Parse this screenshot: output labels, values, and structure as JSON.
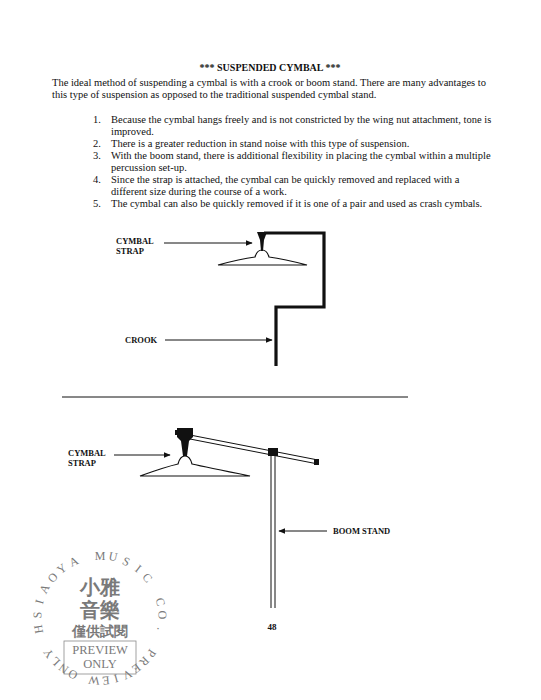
{
  "diagram": {
    "title": "*** SUSPENDED CYMBAL ***",
    "labels": [
      "The ideal method of suspending a cymbal is with a crook or boom stand. There are many advantages to this type of suspension as opposed to the traditional suspended cymbal stand.",
      "1.",
      "Because the cymbal hangs freely and is not constricted by the wing nut attachment, tone is improved.",
      "2.",
      "There is a greater reduction in stand noise with this type of suspension.",
      "3.",
      "With the boom stand, there is additional flexibility in placing the cymbal within a multiple percussion set-up.",
      "4.",
      "Since the strap is attached, the cymbal can be quickly removed and replaced with a different size during the course of a work.",
      "5.",
      "The cymbal can also be quickly removed if it is one of a pair and used as crash cymbals.",
      "CYMBAL STRAP",
      "CROOK",
      "CYMBAL STRAP",
      "BOOM STAND",
      "HSIAOYA MUSIC CO.",
      "小雅",
      "音樂",
      "僅供試閱",
      "PREVIEW ONLY",
      "PREVIEW ONLY",
      "48"
    ]
  }
}
